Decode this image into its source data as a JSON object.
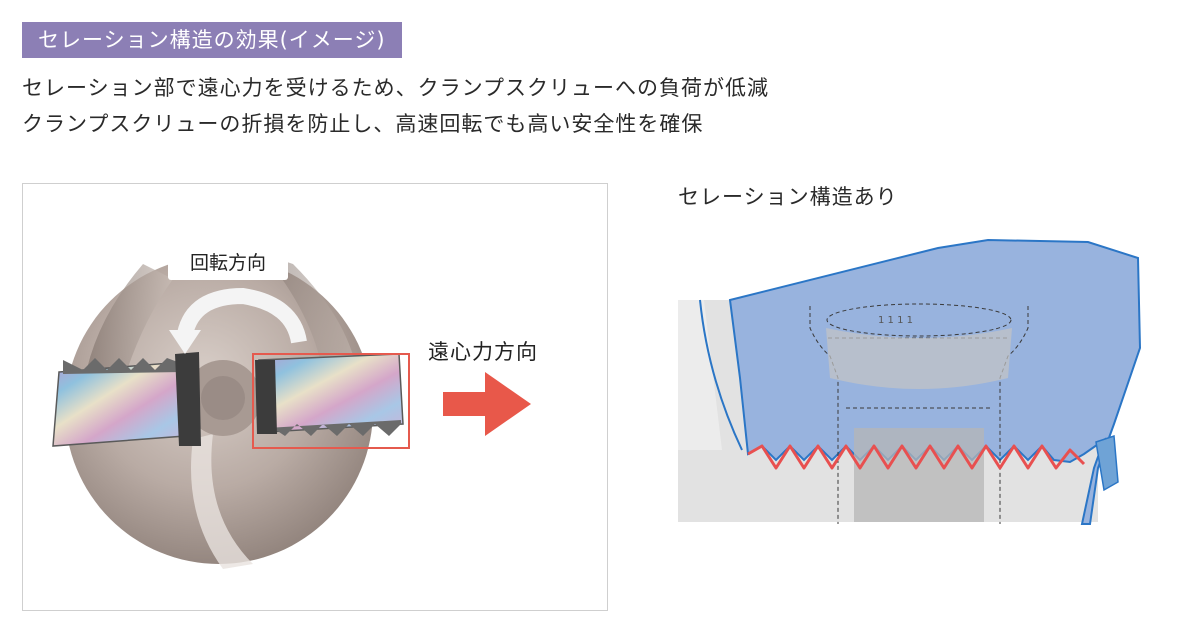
{
  "header": {
    "tag": "セレーション構造の効果(イメージ)",
    "line1": "セレーション部で遠心力を受けるため、クランプスクリューへの負荷が低減",
    "line2": "クランプスクリューの折損を防止し、高速回転でも高い安全性を確保"
  },
  "photo": {
    "rotation_label": "回転方向",
    "centrifugal_label": "遠心力方向",
    "highlight_color": "#e55a4e",
    "arrow_color": "#e8584a"
  },
  "diagram": {
    "title": "セレーション構造あり",
    "body_color": "#98b3de",
    "outline_color": "#2b76c6",
    "serration_color": "#e85050",
    "screw_text": "1 1 1 1"
  }
}
